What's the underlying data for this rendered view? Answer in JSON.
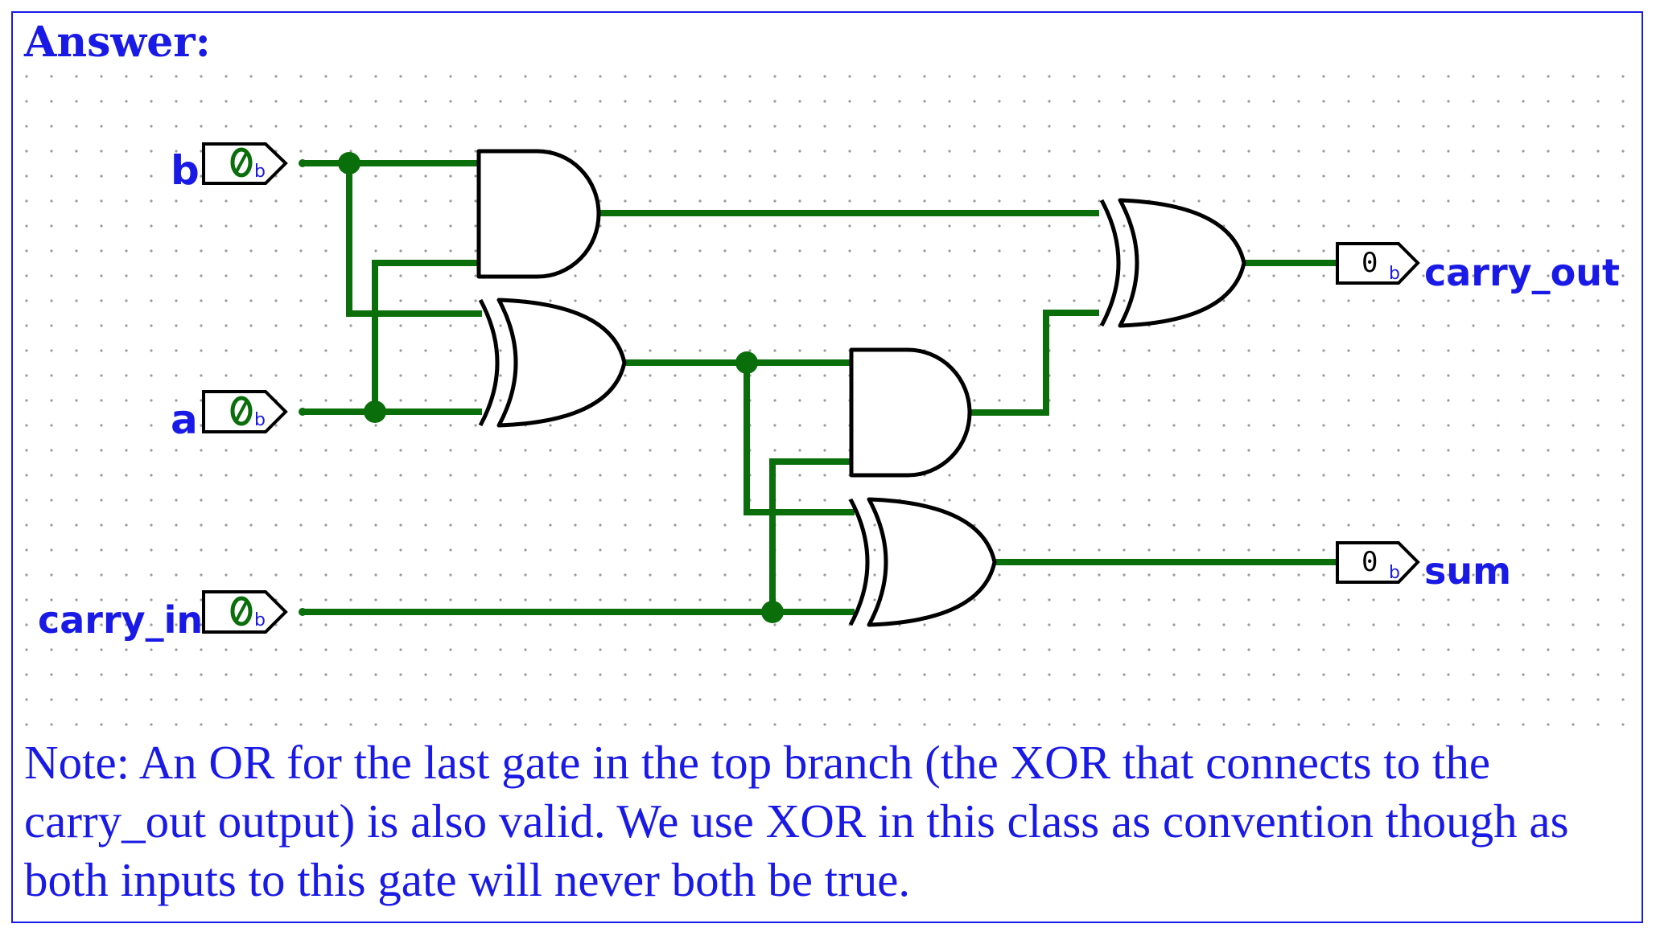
{
  "heading": "Answer:",
  "inputs": {
    "b": {
      "label": "b",
      "value": "0",
      "base": "b"
    },
    "a": {
      "label": "a",
      "value": "0",
      "base": "b"
    },
    "carry_in": {
      "label": "carry_in",
      "value": "0",
      "base": "b"
    }
  },
  "outputs": {
    "carry_out": {
      "label": "carry_out",
      "value": "0",
      "base": "b"
    },
    "sum": {
      "label": "sum",
      "value": "0",
      "base": "b"
    }
  },
  "note": "Note: An OR for the last gate in the top branch (the XOR that connects to the carry_out output) is also valid. We use XOR in this class as convention though as both inputs to this gate will never both be true.",
  "colors": {
    "wire": "#0a6e0a",
    "text": "#1a1ae6",
    "gate": "#000000",
    "grid": "#aaaaaa"
  }
}
